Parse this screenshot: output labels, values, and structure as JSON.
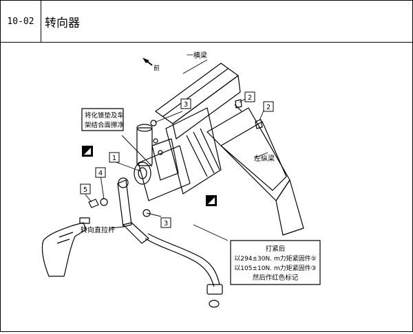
{
  "header": {
    "code": "10-02",
    "title": "转向器"
  },
  "figure": {
    "direction_label": "前",
    "callouts": {
      "cross_member": "一横梁",
      "left_rail": "左纵梁",
      "tie_rod": "转向直拉杆",
      "note_line1": "将化锥垫及车",
      "note_line2": "架结合面擦净"
    },
    "part_numbers": {
      "p1": "1",
      "p2a": "2",
      "p2b": "2",
      "p3a": "3",
      "p3b": "3",
      "p4": "4",
      "p5": "5"
    },
    "torque_box": {
      "line1": "打紧后",
      "line2": "以294±30N. m力矩紧固件⑤",
      "line3": "以105±10N. m力矩紧固件③",
      "line4": "然后作红色标记"
    }
  }
}
